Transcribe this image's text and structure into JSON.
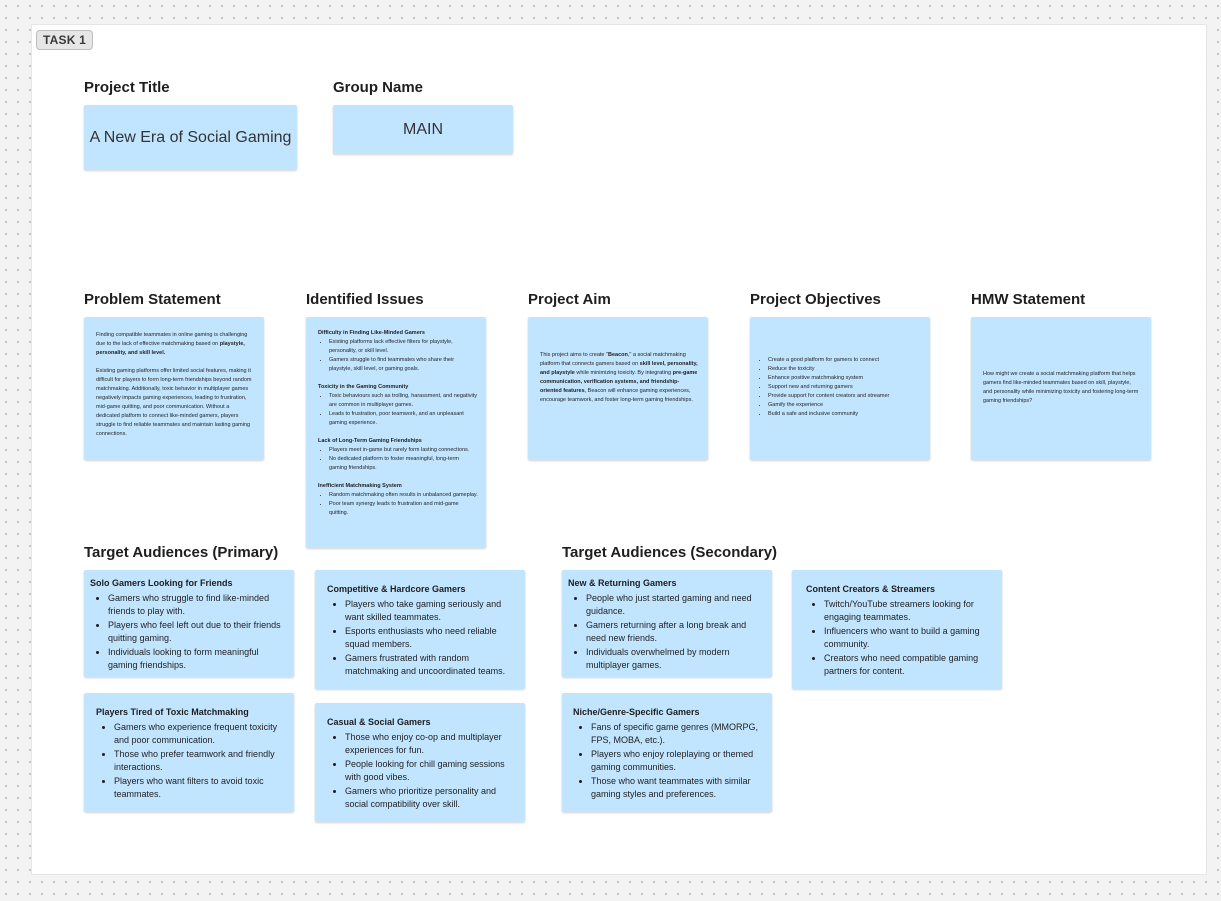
{
  "frame": {
    "label": "TASK 1"
  },
  "project": {
    "title_heading": "Project Title",
    "title_value": "A New Era of Social Gaming"
  },
  "group": {
    "heading": "Group Name",
    "value": "MAIN"
  },
  "problem": {
    "heading": "Problem Statement",
    "p1_a": "Finding compatible teammates in online gaming is challenging due to the lack of effective matchmaking based on ",
    "p1_b": "playstyle, personality, and skill level.",
    "p2": "Existing gaming platforms offer limited social features, making it difficult for players to form long-term friendships beyond random matchmaking. Additionally, toxic behavior in multiplayer games negatively impacts gaming experiences, leading to frustration, mid-game quitting, and poor communication. Without a dedicated platform to connect like-minded gamers, players struggle to find reliable teammates and maintain lasting gaming connections."
  },
  "issues": {
    "heading": "Identified Issues",
    "groups": [
      {
        "title": "Difficulty in Finding Like-Minded Gamers",
        "items": [
          "Existing platforms lack effective filters for playstyle, personality, or skill level.",
          "Gamers struggle to find teammates who share their playstyle, skill level, or gaming goals."
        ]
      },
      {
        "title": "Toxicity in the Gaming Community",
        "items": [
          "Toxic behaviours such as trolling, harassment, and negativity are common in multiplayer games.",
          "Leads to frustration, poor teamwork, and an unpleasant gaming experience."
        ]
      },
      {
        "title": "Lack of Long-Term Gaming Friendships",
        "items": [
          "Players meet in-game but rarely form lasting connections.",
          "No dedicated platform to foster meaningful, long-term gaming friendships."
        ]
      },
      {
        "title": "Inefficient Matchmaking System",
        "items": [
          "Random matchmaking often results in unbalanced gameplay.",
          "Poor team synergy leads to frustration and mid-game quitting."
        ]
      }
    ]
  },
  "aim": {
    "heading": "Project Aim",
    "t1": "This project aims to create \"",
    "t2": "Beacon",
    "t3": ",\" a social matchmaking platform that connects gamers based on ",
    "t4": "skill level, personality, and playstyle",
    "t5": " while minimizing toxicity. By integrating ",
    "t6": "pre-game communication, verification systems, and friendship-oriented features",
    "t7": ", Beacon will enhance gaming experiences, encourage teamwork, and foster long-term gaming friendships."
  },
  "objectives": {
    "heading": "Project Objectives",
    "items": [
      "Create a good platform for gamers to connect",
      "Reduce the toxicity",
      "Enhance positive matchmaking system",
      "Support new and returning gamers",
      "Provide support for content creators and streamer",
      "Gamify the experience",
      "Build a safe and inclusive community"
    ]
  },
  "hmw": {
    "heading": "HMW Statement",
    "text": "How might we create a social matchmaking platform that helps gamers find like-minded teammates based on skill, playstyle, and personality while minimizing toxicity and fostering long-term gaming friendships?"
  },
  "primary": {
    "heading": "Target Audiences (Primary)",
    "cards": [
      {
        "title": "Solo Gamers Looking for Friends",
        "items": [
          "Gamers who struggle to find like-minded friends to play with.",
          "Players who feel left out due to their friends quitting gaming.",
          "Individuals looking to form meaningful gaming friendships."
        ]
      },
      {
        "title": "Competitive & Hardcore Gamers",
        "items": [
          "Players who take gaming seriously and want skilled teammates.",
          "Esports enthusiasts who need reliable squad members.",
          "Gamers frustrated with random matchmaking and uncoordinated teams."
        ]
      },
      {
        "title": "Players Tired of Toxic Matchmaking",
        "items": [
          "Gamers who experience frequent toxicity and poor communication.",
          "Those who prefer teamwork and friendly interactions.",
          "Players who want filters to avoid toxic teammates."
        ]
      },
      {
        "title": "Casual & Social Gamers",
        "items": [
          "Those who enjoy co-op and multiplayer experiences for fun.",
          "People looking for chill gaming sessions with good vibes.",
          "Gamers who prioritize personality and social compatibility over skill."
        ]
      }
    ]
  },
  "secondary": {
    "heading": "Target Audiences (Secondary)",
    "cards": [
      {
        "title": "New & Returning Gamers",
        "items": [
          "People who just started gaming and need guidance.",
          "Gamers returning after a long break and need new friends.",
          "Individuals overwhelmed by modern multiplayer games."
        ]
      },
      {
        "title": "Content Creators & Streamers",
        "items": [
          "Twitch/YouTube streamers looking for engaging teammates.",
          "Influencers who want to build a gaming community.",
          "Creators who need compatible gaming partners for content."
        ]
      },
      {
        "title": "Niche/Genre-Specific Gamers",
        "items": [
          "Fans of specific game genres (MMORPG, FPS, MOBA, etc.).",
          "Players who enjoy roleplaying or themed gaming communities.",
          "Those who want teammates with similar gaming styles and preferences."
        ]
      }
    ]
  }
}
